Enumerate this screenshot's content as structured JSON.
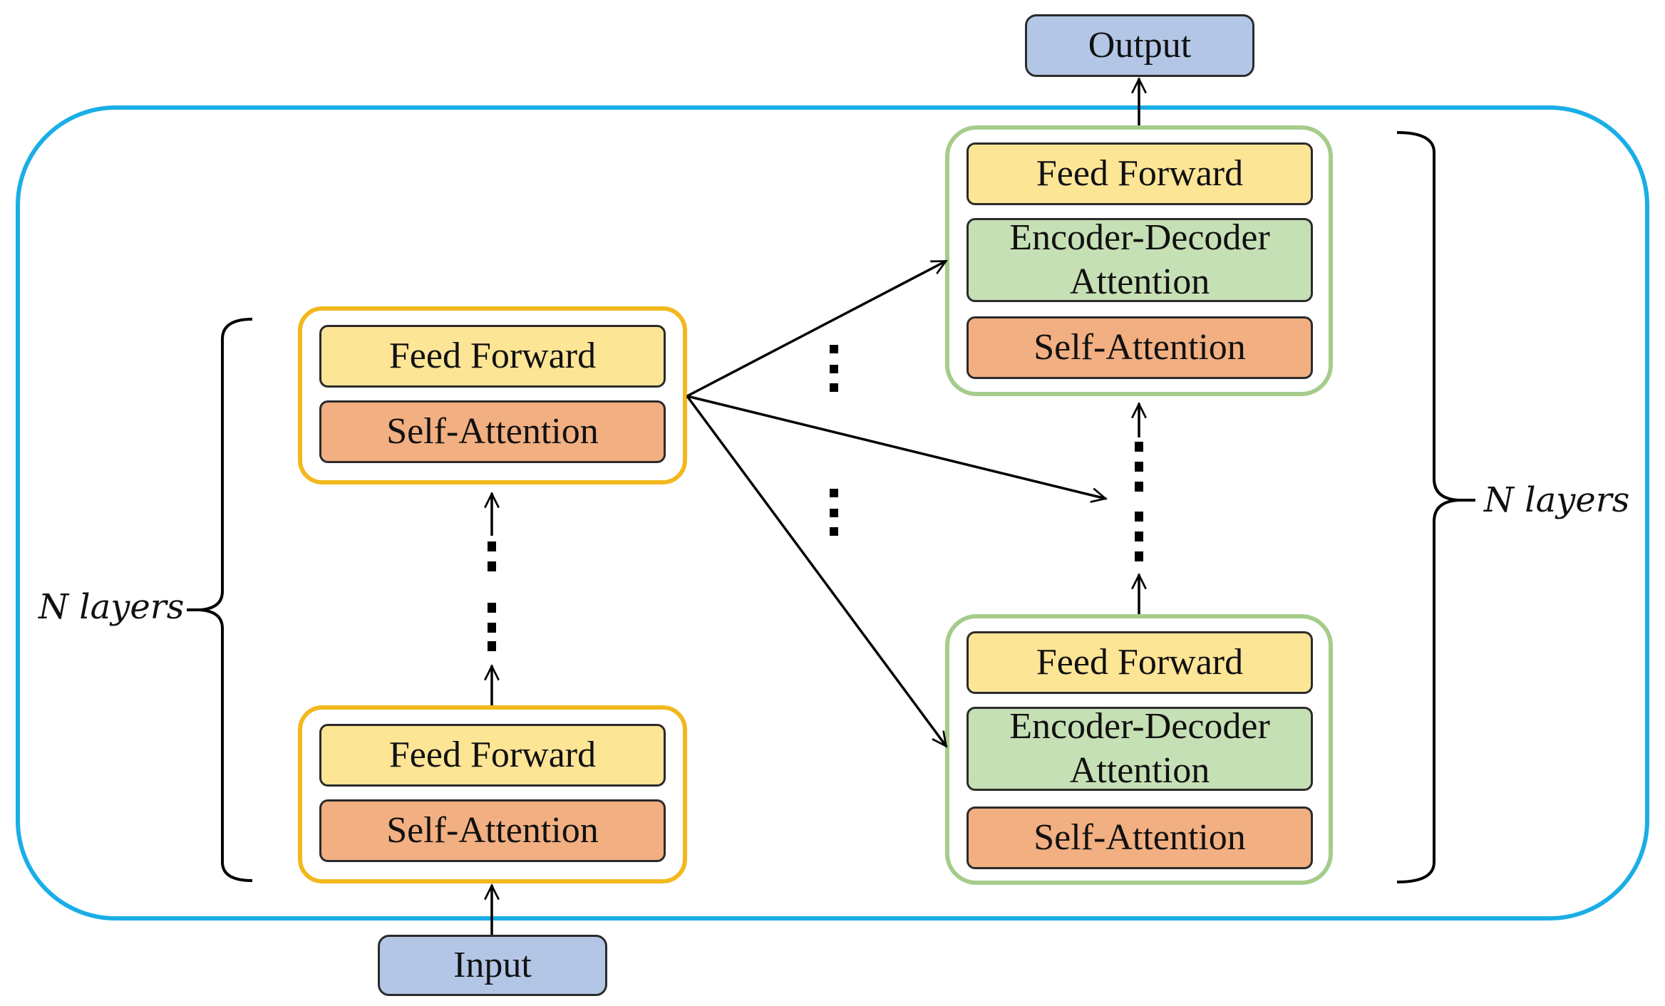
{
  "io": {
    "output_label": "Output",
    "input_label": "Input"
  },
  "encoder": {
    "top": {
      "feed_forward": "Feed Forward",
      "self_attention": "Self-Attention"
    },
    "bottom": {
      "feed_forward": "Feed Forward",
      "self_attention": "Self-Attention"
    },
    "layers_label": "N layers"
  },
  "decoder": {
    "top": {
      "feed_forward": "Feed Forward",
      "enc_dec_attention": "Encoder-Decoder Attention",
      "self_attention": "Self-Attention"
    },
    "bottom": {
      "feed_forward": "Feed Forward",
      "enc_dec_attention": "Encoder-Decoder Attention",
      "self_attention": "Self-Attention"
    },
    "layers_label": "N layers"
  },
  "colors": {
    "outer_frame": "#1aaee6",
    "encoder_border": "#f2b81e",
    "decoder_border": "#a6cc8c",
    "feed_forward": "#fde596",
    "self_attention": "#f2af81",
    "enc_dec_attention": "#c6e0b5",
    "io_box": "#b4c6e6"
  }
}
